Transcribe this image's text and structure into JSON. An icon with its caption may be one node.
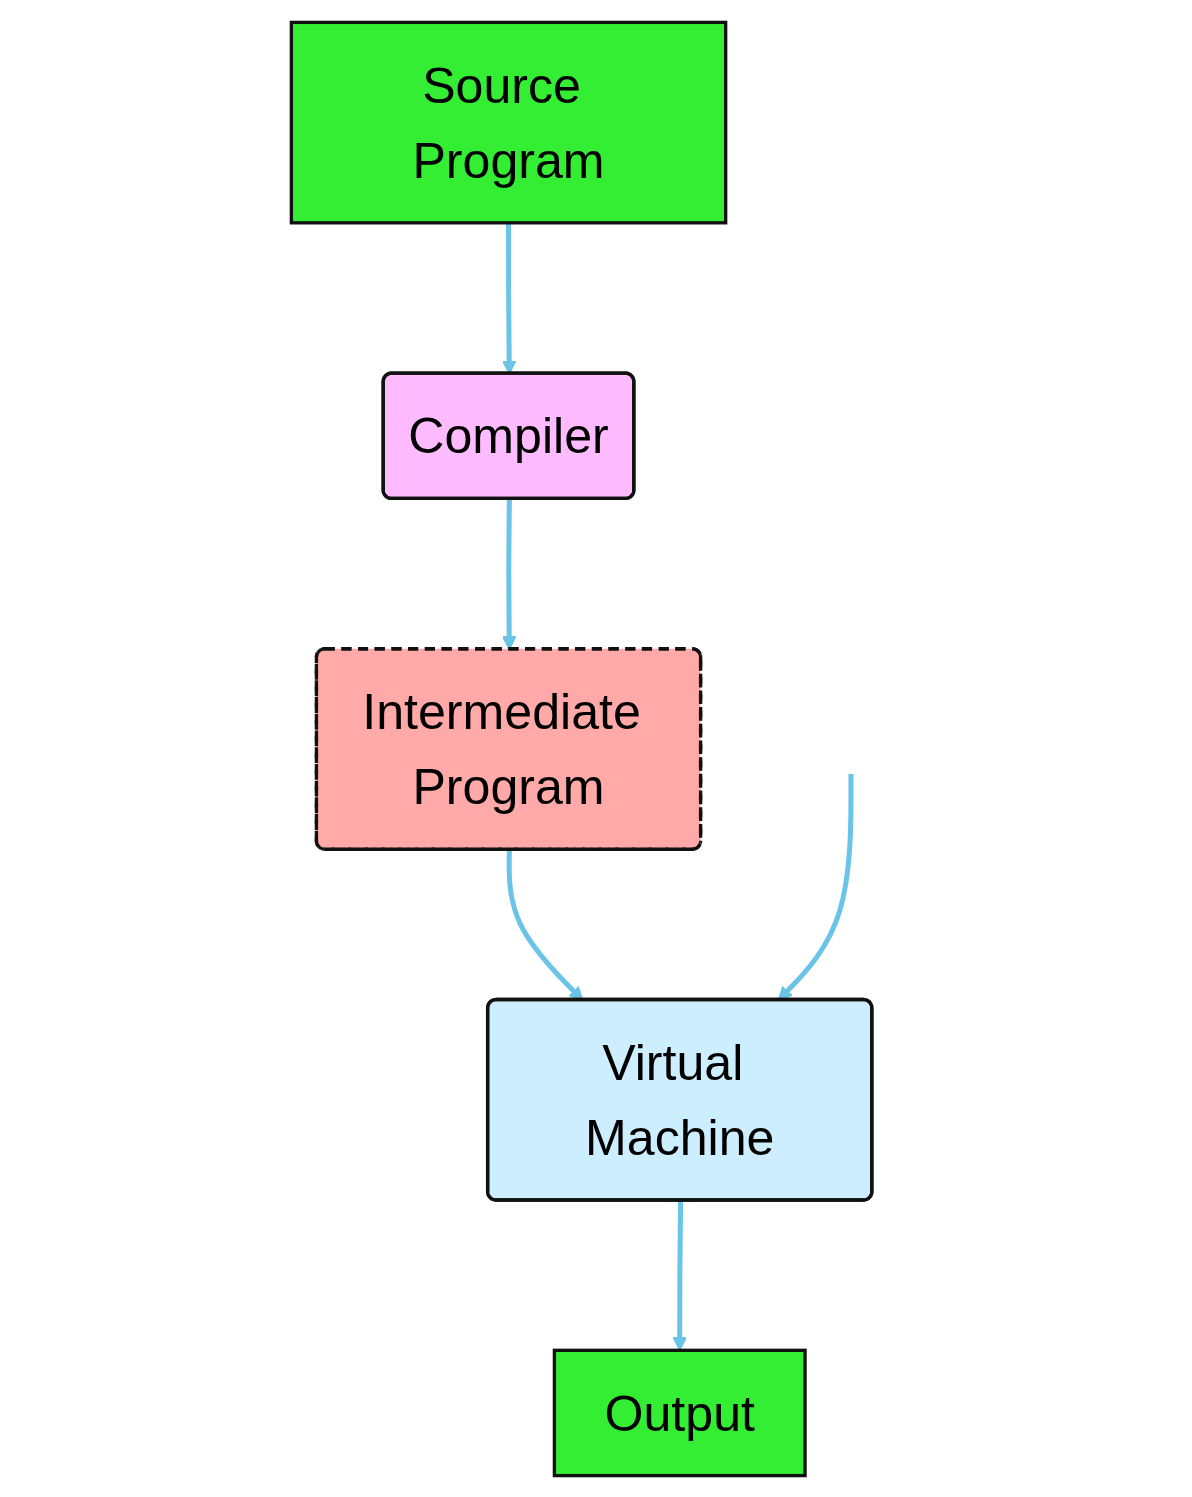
{
  "diagram": {
    "nodes": [
      {
        "text": [
          "Source Program"
        ]
      },
      {
        "text": [
          "Compiler"
        ]
      },
      {
        "text": [
          "Intermediate Program"
        ]
      },
      {
        "text": [
          "Virtual Machine"
        ]
      },
      {
        "text": [
          "Output"
        ]
      }
    ],
    "edges": [
      {
        "from": 0,
        "to": 1,
        "arrow": "to"
      },
      {
        "from": 1,
        "to": 2,
        "arrow": "to"
      },
      {
        "from": 2,
        "to": 3,
        "arrow": "to"
      },
      {
        "from": null,
        "to": 3,
        "arrow": "to"
      },
      {
        "from": 3,
        "to": 4,
        "arrow": "to"
      }
    ]
  }
}
